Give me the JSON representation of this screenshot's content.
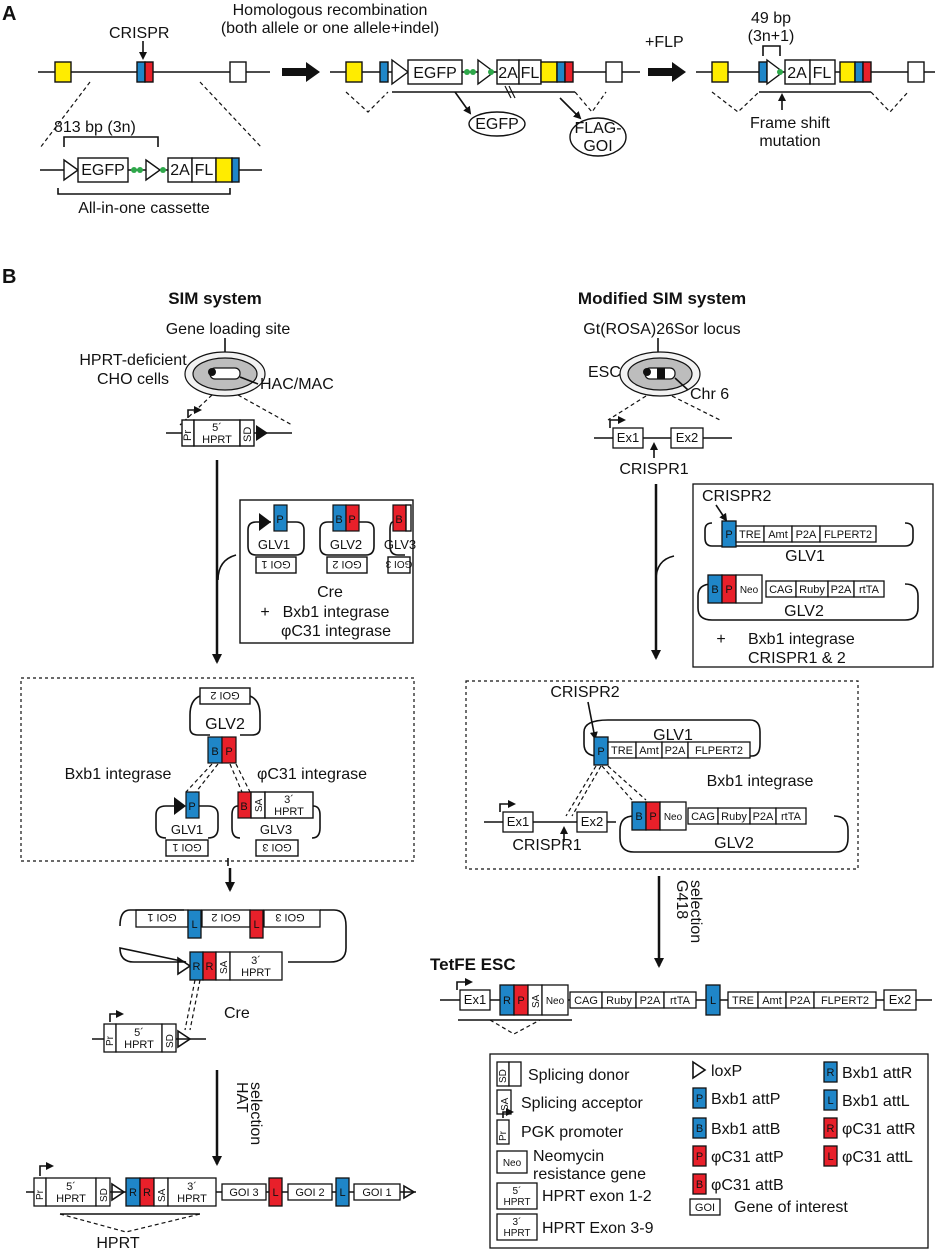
{
  "panelA": {
    "label": "A",
    "crispr": "CRISPR",
    "hr1": "Homologous recombination",
    "hr2": "(both allele or one allele+indel)",
    "flp": "+FLP",
    "bp813": "813 bp (3n)",
    "bp49": "49 bp",
    "bp49b": "(3n+1)",
    "egfp": "EGFP",
    "twoA": "2A",
    "fl": "FL",
    "cassette": "All-in-one cassette",
    "egfpProduct": "EGFP",
    "flag1": "FLAG-",
    "flag2": "GOI",
    "fs1": "Frame shift",
    "fs2": "mutation"
  },
  "panelB": {
    "label": "B",
    "sim": {
      "title": "SIM system",
      "loading": "Gene loading site",
      "cells1": "HPRT-deficient",
      "cells2": "CHO cells",
      "hac": "HAC/MAC",
      "pr": "Pr",
      "hprt5a": "5´",
      "hprt5b": "HPRT",
      "sd": "SD",
      "glv1": "GLV1",
      "glv2": "GLV2",
      "glv3": "GLV3",
      "goi1": "GOI 1",
      "goi2": "GOI 2",
      "goi3": "GOI 3",
      "p": "P",
      "b": "B",
      "sa": "SA",
      "hprt3a": "3´",
      "hprt3b": "HPRT",
      "cre": "Cre",
      "plus": "+",
      "bxb1": "Bxb1 integrase",
      "phic31": "φC31 integrase",
      "r": "R",
      "l": "L",
      "hat1": "HAT",
      "hat2": "selection",
      "hprt": "HPRT"
    },
    "mod": {
      "title": "Modified SIM system",
      "locus": "Gt(ROSA)26Sor locus",
      "esc": "ESC",
      "chr6": "Chr 6",
      "ex1": "Ex1",
      "ex2": "Ex2",
      "crispr1": "CRISPR1",
      "crispr2": "CRISPR2",
      "tre": "TRE",
      "amt": "Amt",
      "p2a": "P2A",
      "flpert2": "FLPERT2",
      "neo": "Neo",
      "cag": "CAG",
      "ruby": "Ruby",
      "rtta": "rtTA",
      "glv1": "GLV1",
      "glv2": "GLV2",
      "bxb1": "Bxb1 integrase",
      "crispr12": "CRISPR1 & 2",
      "plus": "+",
      "g4181": "G418",
      "g4182": "selection",
      "tetfe": "TetFE ESC",
      "sa": "SA",
      "r": "R",
      "p": "P",
      "b": "B",
      "l": "L"
    },
    "legend": {
      "sd_box": "SD",
      "sd": "Splicing donor",
      "sa_box": "SA",
      "sa": "Splicing acceptor",
      "pr_box": "Pr",
      "pr": "PGK promoter",
      "neo_box": "Neo",
      "neo1": "Neomycin",
      "neo2": "resistance gene",
      "h5a": "5´",
      "h5b": "HPRT",
      "h5": "HPRT exon 1-2",
      "h3a": "3´",
      "h3b": "HPRT",
      "h3": "HPRT Exon 3-9",
      "loxp": "loxP",
      "p_box": "P",
      "bxb1attp": "Bxb1 attP",
      "b_box": "B",
      "bxb1attb": "Bxb1 attB",
      "pr_red": "P",
      "phiattp": "φC31 attP",
      "b_red": "B",
      "phiattb": "φC31 attB",
      "goi_box": "GOI",
      "goi": "Gene of interest",
      "r_box": "R",
      "bxb1attr": "Bxb1 attR",
      "l_box": "L",
      "bxb1attl": "Bxb1 attL",
      "r_red": "R",
      "phiattr": "φC31 attR",
      "l_red": "L",
      "phiattl": "φC31 attL"
    }
  },
  "colors": {
    "yellow": "#ffec00",
    "blue": "#1f86c8",
    "red": "#e8202a",
    "green": "#2ea84a",
    "gray": "#bdbdbd"
  }
}
